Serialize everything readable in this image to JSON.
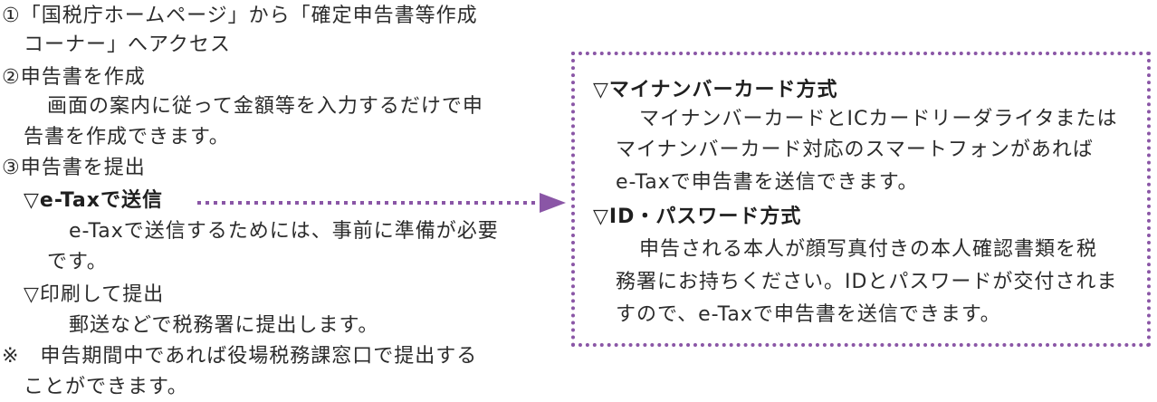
{
  "left": {
    "step1_line1": "①「国税庁ホームページ」から「確定申告書等作成",
    "step1_line2": "コーナー」へアクセス",
    "step2_title": "②申告書を作成",
    "step2_desc_line1": "画面の案内に従って金額等を入力するだけで申",
    "step2_desc_line2": "告書を作成できます。",
    "step3_title": "③申告書を提出",
    "etax_heading": "▽e-Taxで送信",
    "etax_desc_line1": "e-Taxで送信するためには、事前に準備が必要",
    "etax_desc_line2": "です。",
    "print_heading": "▽印刷して提出",
    "print_desc": "郵送などで税務署に提出します。",
    "note_line1": "※　申告期間中であれば役場税務課窓口で提出する",
    "note_line2": "ことができます。"
  },
  "right": {
    "mynumber_heading": "▽マイナンバーカード方式",
    "mynumber_desc_line1": "マイナンバーカードとICカードリーダライタまたは",
    "mynumber_desc_line2": "マイナンバーカード対応のスマートフォンがあれば",
    "mynumber_desc_line3": "e-Taxで申告書を送信できます。",
    "idpw_heading": "▽ID・パスワード方式",
    "idpw_desc_line1": "申告される本人が顔写真付きの本人確認書類を税",
    "idpw_desc_line2": "務署にお持ちください。IDとパスワードが交付されま",
    "idpw_desc_line3": "すので、e-Taxで申告書を送信できます。"
  },
  "colors": {
    "accent": "#8a56a6",
    "text": "#2b2b2b"
  }
}
